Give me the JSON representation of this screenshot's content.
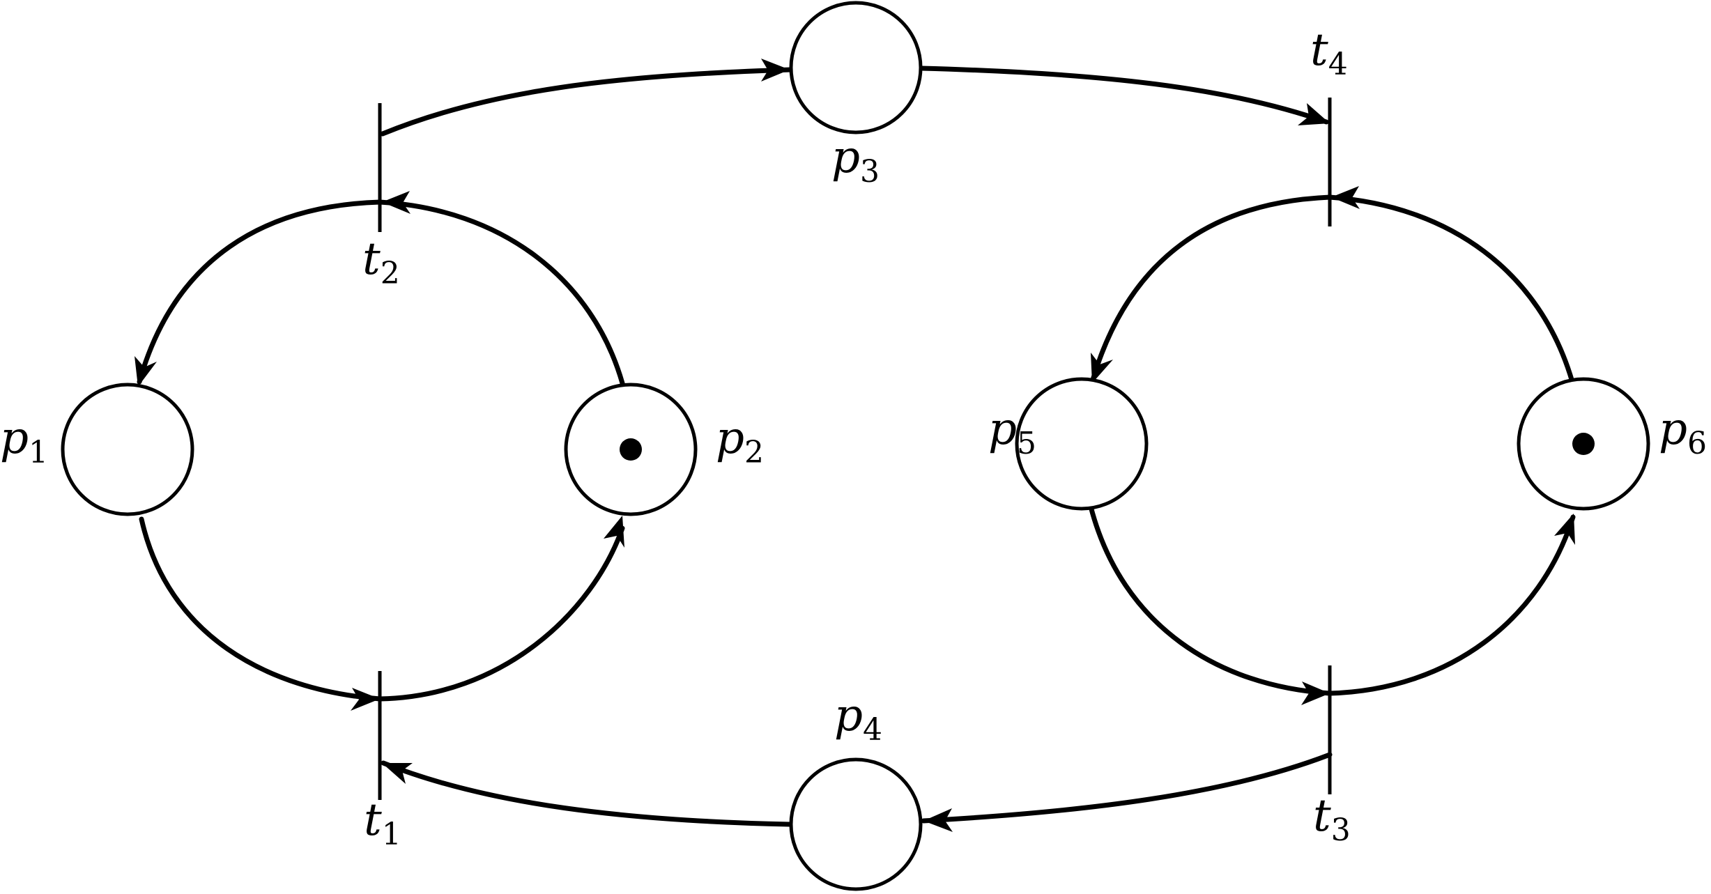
{
  "diagram": {
    "type": "petri-net",
    "places": [
      {
        "id": "p1",
        "label": "p",
        "sub": "1",
        "tokens": 0
      },
      {
        "id": "p2",
        "label": "p",
        "sub": "2",
        "tokens": 1
      },
      {
        "id": "p3",
        "label": "p",
        "sub": "3",
        "tokens": 0
      },
      {
        "id": "p4",
        "label": "p",
        "sub": "4",
        "tokens": 0
      },
      {
        "id": "p5",
        "label": "p",
        "sub": "5",
        "tokens": 0
      },
      {
        "id": "p6",
        "label": "p",
        "sub": "6",
        "tokens": 1
      }
    ],
    "transitions": [
      {
        "id": "t1",
        "label": "t",
        "sub": "1"
      },
      {
        "id": "t2",
        "label": "t",
        "sub": "2"
      },
      {
        "id": "t3",
        "label": "t",
        "sub": "3"
      },
      {
        "id": "t4",
        "label": "t",
        "sub": "4"
      }
    ],
    "arcs": [
      {
        "from": "p1",
        "to": "t1"
      },
      {
        "from": "t1",
        "to": "p2"
      },
      {
        "from": "p2",
        "to": "t2"
      },
      {
        "from": "t2",
        "to": "p1"
      },
      {
        "from": "t2",
        "to": "p3"
      },
      {
        "from": "p3",
        "to": "t4"
      },
      {
        "from": "p5",
        "to": "t3"
      },
      {
        "from": "t3",
        "to": "p6"
      },
      {
        "from": "p6",
        "to": "t4"
      },
      {
        "from": "t4",
        "to": "p5"
      },
      {
        "from": "t3",
        "to": "p4"
      },
      {
        "from": "p4",
        "to": "t1"
      }
    ]
  }
}
